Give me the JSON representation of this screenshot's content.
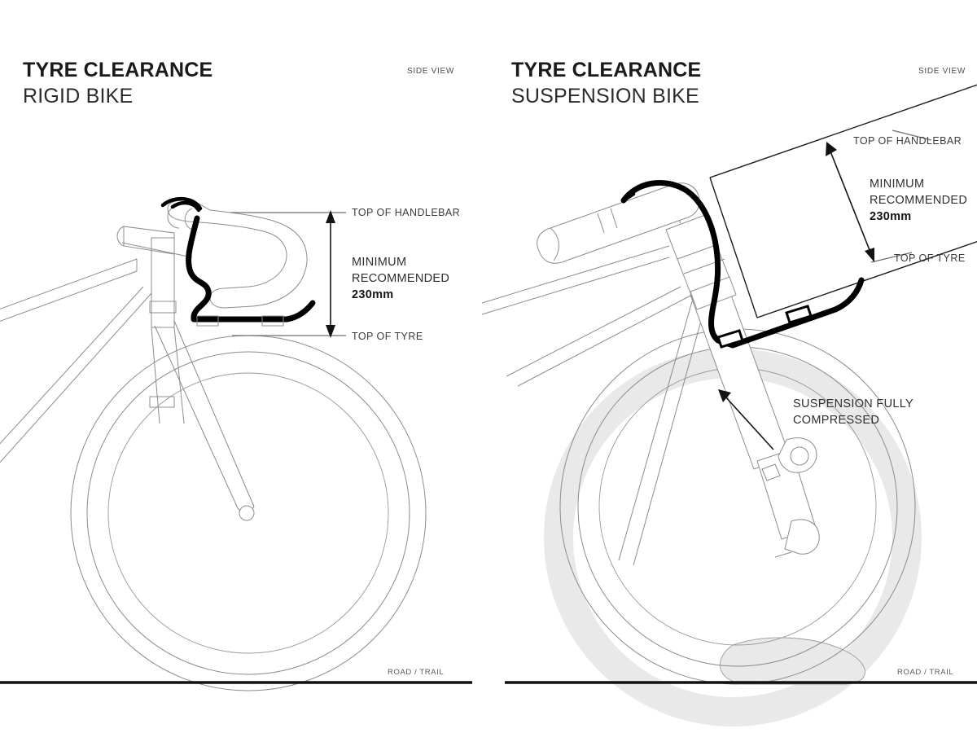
{
  "document": {
    "type": "technical-diagram",
    "subject": "Bicycle handlebar bag tyre clearance",
    "background_color": "#ffffff",
    "ink_color": "#231f20",
    "line_color": "#8c8c8c",
    "ghost_color": "#e9e9e9",
    "harness_color": "#000000"
  },
  "panels": [
    {
      "id": "rigid",
      "heading_main": "TYRE CLEARANCE",
      "heading_sub": "RIGID BIKE",
      "view_tag": "SIDE VIEW",
      "ground_label": "ROAD / TRAIL",
      "annotations": {
        "top_ref": "TOP OF HANDLEBAR",
        "bottom_ref": "TOP OF TYRE",
        "dimension_line1": "MINIMUM",
        "dimension_line2": "RECOMMENDED",
        "dimension_value": "230mm"
      }
    },
    {
      "id": "suspension",
      "heading_main": "TYRE CLEARANCE",
      "heading_sub": "SUSPENSION BIKE",
      "view_tag": "SIDE VIEW",
      "ground_label": "ROAD / TRAIL",
      "annotations": {
        "top_ref": "TOP OF HANDLEBAR",
        "bottom_ref": "TOP OF TYRE",
        "dimension_line1": "MINIMUM",
        "dimension_line2": "RECOMMENDED",
        "dimension_value": "230mm",
        "callout_line1": "SUSPENSION FULLY",
        "callout_line2": "COMPRESSED"
      }
    }
  ],
  "measurements": {
    "minimum_recommended_clearance_mm": 230,
    "unit": "mm"
  }
}
